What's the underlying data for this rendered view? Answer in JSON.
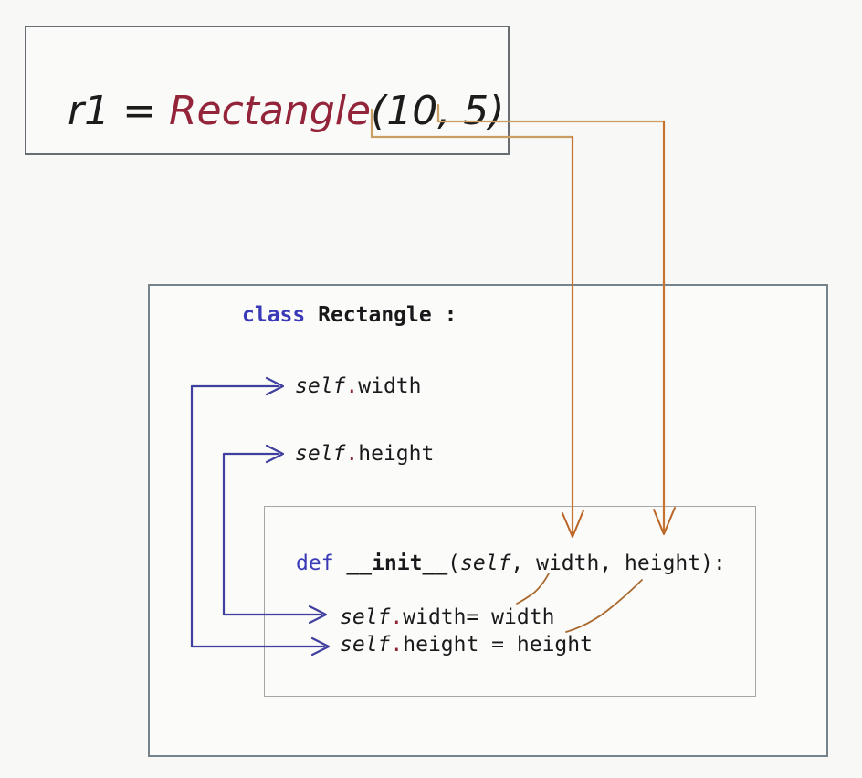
{
  "instantiation": {
    "lhs": "r1 = ",
    "class_name": "Rectangle",
    "args": "(10, 5)"
  },
  "class_box": {
    "keyword": "class ",
    "declaration": "Rectangle :",
    "attributes": [
      {
        "self": "self",
        "dot": ".",
        "rest": "width"
      },
      {
        "self": "self",
        "dot": ".",
        "rest": "height"
      }
    ]
  },
  "init_box": {
    "keyword": "def ",
    "method": "__init__",
    "open_paren": "(",
    "self_param": "self",
    "params_rest": ", width, height):",
    "assignments": [
      {
        "self": "self",
        "dot": ".",
        "rest": "width= width"
      },
      {
        "self": "self",
        "dot": ".",
        "rest": "height = height"
      }
    ]
  },
  "colors": {
    "keyword_blue": "#3a3ab8",
    "class_name_maroon": "#93243a",
    "code_black": "#19191b",
    "dot_maroon": "#8c2733",
    "blue_arrow": "#3f3f9f",
    "orange_arrow": "#c77430",
    "tan_connector": "#c99f63",
    "sketch_brown": "#a9692f",
    "outer_border_gray": "#76838a",
    "top_border_gray": "#686d71",
    "inner_border_gray": "#a6a6a6",
    "background": "#f8f8f6"
  }
}
